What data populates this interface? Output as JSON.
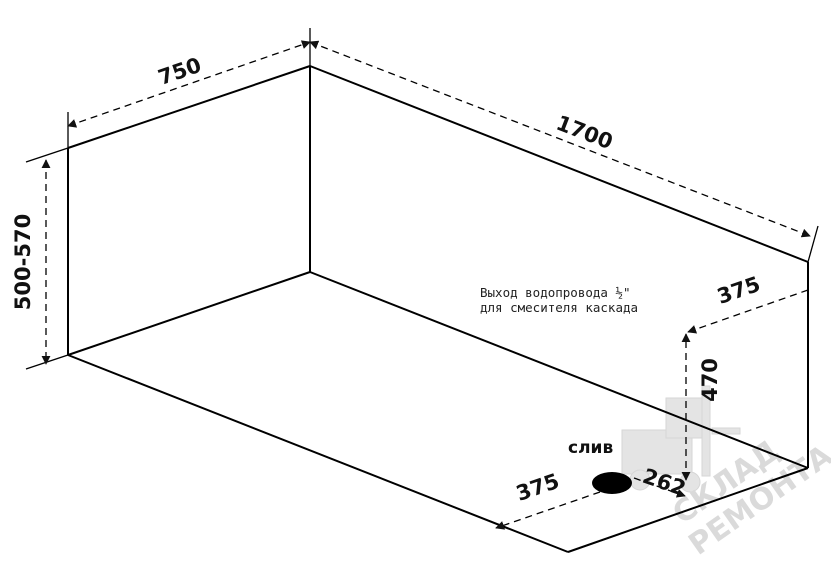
{
  "dimensions": {
    "width": "750",
    "length": "1700",
    "height": "500-570",
    "water_outlet_offset": "375",
    "water_outlet_height": "470",
    "drain_offset": "375",
    "drain_distance": "262"
  },
  "labels": {
    "water_outlet_line1": "Выход водопровода ½\"",
    "water_outlet_line2": "для смесителя каскада",
    "drain": "слив"
  },
  "watermark": {
    "line1": "СКЛАД",
    "line2": "РЕМОНТА"
  }
}
